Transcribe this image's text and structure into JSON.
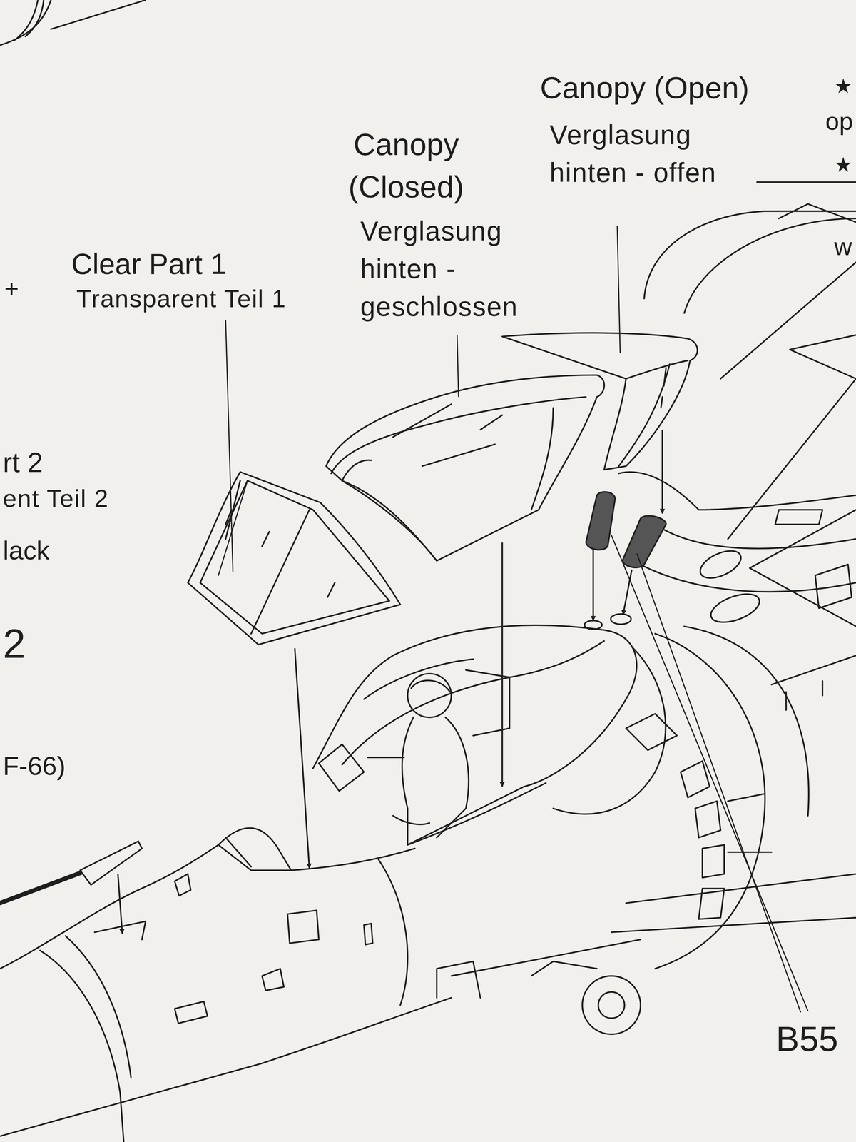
{
  "diagram": {
    "labels": [
      "Canopy (Open)",
      "Verglasung hinten - offen",
      "Canopy (Closed)",
      "Verglasung hinten - geschlossen",
      "Clear Part 1",
      "Transparent Teil 1",
      "+",
      "rt 2",
      "ent Teil 2",
      "lack",
      "2",
      "F-66)",
      "B55",
      "★",
      "op",
      "★",
      "w"
    ]
  }
}
